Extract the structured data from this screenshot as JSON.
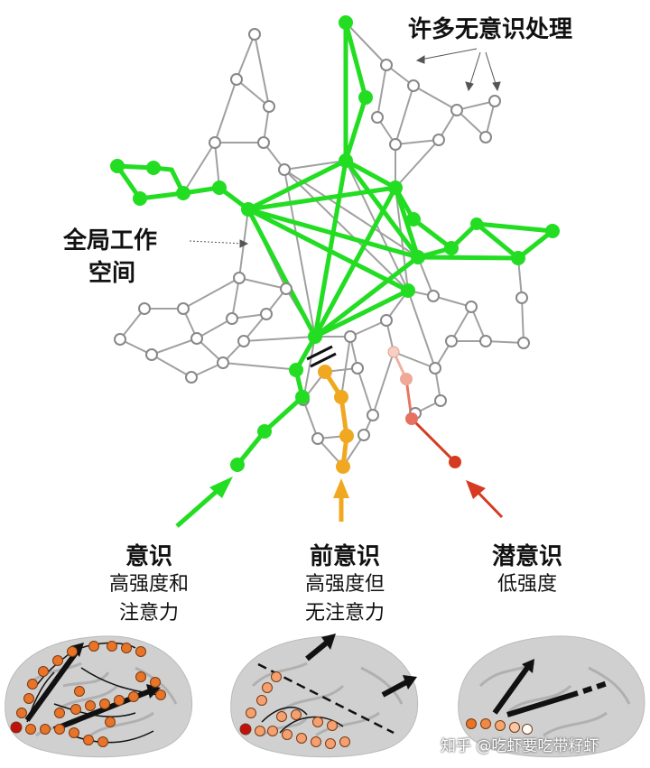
{
  "labels": {
    "unconscious_processing": "许多无意识处理",
    "global_workspace_line1": "全局工作",
    "global_workspace_line2": "空间"
  },
  "conditions": [
    {
      "title": "意识",
      "line1": "高强度和",
      "line2": "注意力",
      "color": "#22dd22"
    },
    {
      "title": "前意识",
      "line1": "高强度但",
      "line2": "无注意力",
      "color": "#f0a820"
    },
    {
      "title": "潜意识",
      "line1": "低强度",
      "line2": "",
      "color": "#d63a20"
    }
  ],
  "watermark": "知乎 @吃虾要吃带籽虾",
  "colors": {
    "network_edge": "#a0a0a0",
    "conscious_green": "#22dd22",
    "preconscious_orange": "#f0a820",
    "subliminal_red": "#d63a20",
    "brain_gray": "#c8c8c8"
  }
}
